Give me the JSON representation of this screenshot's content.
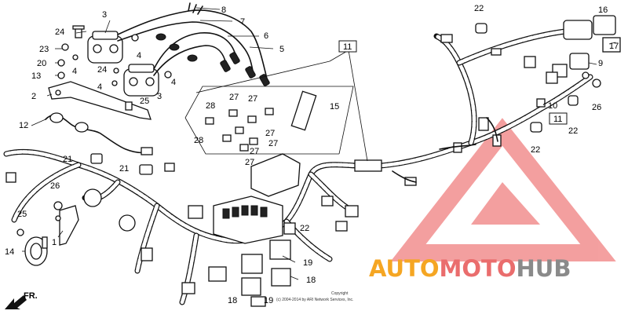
{
  "callouts": {
    "c1": "1",
    "c2": "2",
    "c3a": "3",
    "c3b": "3",
    "c4a": "4",
    "c4b": "4",
    "c4c": "4",
    "c4d": "4",
    "c5": "5",
    "c6": "6",
    "c7": "7",
    "c8": "8",
    "c9": "9",
    "c10": "10",
    "c11a": "11",
    "c11b": "11",
    "c12": "12",
    "c13": "13",
    "c14": "14",
    "c15": "15",
    "c16": "16",
    "c17": "17",
    "c18a": "18",
    "c18b": "18",
    "c19a": "19",
    "c19b": "19",
    "c20": "20",
    "c21a": "21",
    "c21b": "21",
    "c22a": "22",
    "c22b": "22",
    "c22c": "22",
    "c22d": "22",
    "c23": "23",
    "c24a": "24",
    "c24b": "24",
    "c25a": "25",
    "c25b": "25",
    "c26a": "26",
    "c26b": "26",
    "c27a": "27",
    "c27b": "27",
    "c27c": "27",
    "c27d": "27",
    "c27e": "27",
    "c27f": "27",
    "c28a": "28",
    "c28b": "28"
  },
  "direction_label": "FR.",
  "copyright_line1": "Copyright",
  "copyright_line2": "(c) 2004-2014 by ARI Network Services, Inc.",
  "watermark": {
    "part1": "AUTO",
    "part2": "MOTO",
    "part3": "HUB",
    "colors": {
      "auto": "#f5a623",
      "moto": "#ea6d6d",
      "hub": "#8a8a8a",
      "triangle": "#f08080"
    }
  }
}
